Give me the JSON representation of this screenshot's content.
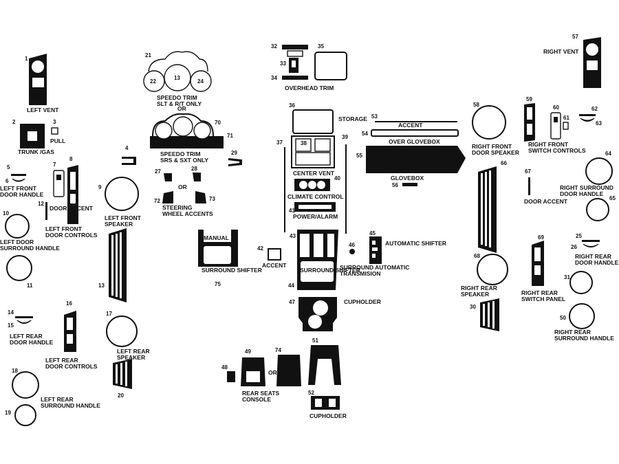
{
  "parts": [
    {
      "n": "1",
      "label": "LEFT VENT"
    },
    {
      "n": "2",
      "label": "TRUNK /GAS"
    },
    {
      "n": "3",
      "label": "PULL"
    },
    {
      "n": "4",
      "label": ""
    },
    {
      "n": "5",
      "label": "LEFT FRONT DOOR HANDLE"
    },
    {
      "n": "6",
      "label": ""
    },
    {
      "n": "7",
      "label": ""
    },
    {
      "n": "8",
      "label": ""
    },
    {
      "n": "9",
      "label": "LEFT FRONT SPEAKER"
    },
    {
      "n": "10",
      "label": "LEFT DOOR SURROUND HANDLE"
    },
    {
      "n": "11",
      "label": ""
    },
    {
      "n": "12",
      "label": "DOOR ACCENT"
    },
    {
      "n": "13",
      "label": ""
    },
    {
      "n": "14",
      "label": "LEFT REAR DOOR HANDLE"
    },
    {
      "n": "15",
      "label": ""
    },
    {
      "n": "16",
      "label": "LEFT REAR DOOR CONTROLS"
    },
    {
      "n": "17",
      "label": "LEFT REAR SPEAKER"
    },
    {
      "n": "18",
      "label": "LEFT REAR SURROUND HANDLE"
    },
    {
      "n": "19",
      "label": ""
    },
    {
      "n": "20",
      "label": ""
    },
    {
      "n": "21",
      "label": ""
    },
    {
      "n": "22",
      "label": ""
    },
    {
      "n": "13",
      "label": ""
    },
    {
      "n": "24",
      "label": ""
    },
    {
      "n": "25",
      "label": "RIGHT REAR DOOR HANDLE"
    },
    {
      "n": "26",
      "label": ""
    },
    {
      "n": "27",
      "label": ""
    },
    {
      "n": "28",
      "label": ""
    },
    {
      "n": "29",
      "label": ""
    },
    {
      "n": "30",
      "label": ""
    },
    {
      "n": "31",
      "label": ""
    },
    {
      "n": "32",
      "label": ""
    },
    {
      "n": "33",
      "label": ""
    },
    {
      "n": "34",
      "label": "OVERHEAD TRIM"
    },
    {
      "n": "35",
      "label": ""
    },
    {
      "n": "36",
      "label": "STORAGE"
    },
    {
      "n": "37",
      "label": ""
    },
    {
      "n": "38",
      "label": "CENTER VENT"
    },
    {
      "n": "39",
      "label": ""
    },
    {
      "n": "40",
      "label": "CLIMATE CONTROL"
    },
    {
      "n": "41",
      "label": "POWER/ALARM"
    },
    {
      "n": "42",
      "label": "ACCENT"
    },
    {
      "n": "43",
      "label": ""
    },
    {
      "n": "44",
      "label": "SURROUND SHIFTER"
    },
    {
      "n": "45",
      "label": "AUTOMATIC SHIFTER"
    },
    {
      "n": "46",
      "label": "SURROUND AUTOMATIC TRANSMISION"
    },
    {
      "n": "47",
      "label": "CUPHOLDER"
    },
    {
      "n": "48",
      "label": ""
    },
    {
      "n": "49",
      "label": "REAR SEATS CONSOLE"
    },
    {
      "n": "50",
      "label": "RIGHT REAR SURROUND HANDLE"
    },
    {
      "n": "51",
      "label": ""
    },
    {
      "n": "52",
      "label": "CUPHOLDER"
    },
    {
      "n": "53",
      "label": "ACCENT"
    },
    {
      "n": "54",
      "label": "OVER GLOVEBOX"
    },
    {
      "n": "55",
      "label": ""
    },
    {
      "n": "56",
      "label": "GLOVEBOX"
    },
    {
      "n": "57",
      "label": "RIGHT VENT"
    },
    {
      "n": "58",
      "label": "RIGHT FRONT DOOR SPEAKER"
    },
    {
      "n": "59",
      "label": "RIGHT FRONT SWITCH CONTROLS"
    },
    {
      "n": "60",
      "label": ""
    },
    {
      "n": "61",
      "label": ""
    },
    {
      "n": "62",
      "label": ""
    },
    {
      "n": "63",
      "label": ""
    },
    {
      "n": "64",
      "label": "RIGHT SURROUND DOOR HANDLE"
    },
    {
      "n": "65",
      "label": ""
    },
    {
      "n": "66",
      "label": ""
    },
    {
      "n": "67",
      "label": "DOOR ACCENT"
    },
    {
      "n": "68",
      "label": "RIGHT REAR SPEAKER"
    },
    {
      "n": "69",
      "label": "RIGHT REAR SWITCH PANEL"
    },
    {
      "n": "70",
      "label": ""
    },
    {
      "n": "71",
      "label": ""
    },
    {
      "n": "72",
      "label": "STEERING WHEEL ACCENTS"
    },
    {
      "n": "73",
      "label": ""
    },
    {
      "n": "74",
      "label": ""
    },
    {
      "n": "75",
      "label": "SURROUND SHIFTER"
    }
  ],
  "extra_labels": {
    "speedo_trim_1": "SPEEDO TRIM SLT & R/T ONLY",
    "or_1": "OR",
    "speedo_trim_2": "SPEEDO TRIM SRS & SXT ONLY",
    "or_2": "OR",
    "or_3": "OR",
    "left_front_door_controls": "LEFT FRONT DOOR CONTROLS",
    "manual": "MANUAL"
  },
  "colors": {
    "ink": "#111111",
    "paper": "#ffffff"
  }
}
